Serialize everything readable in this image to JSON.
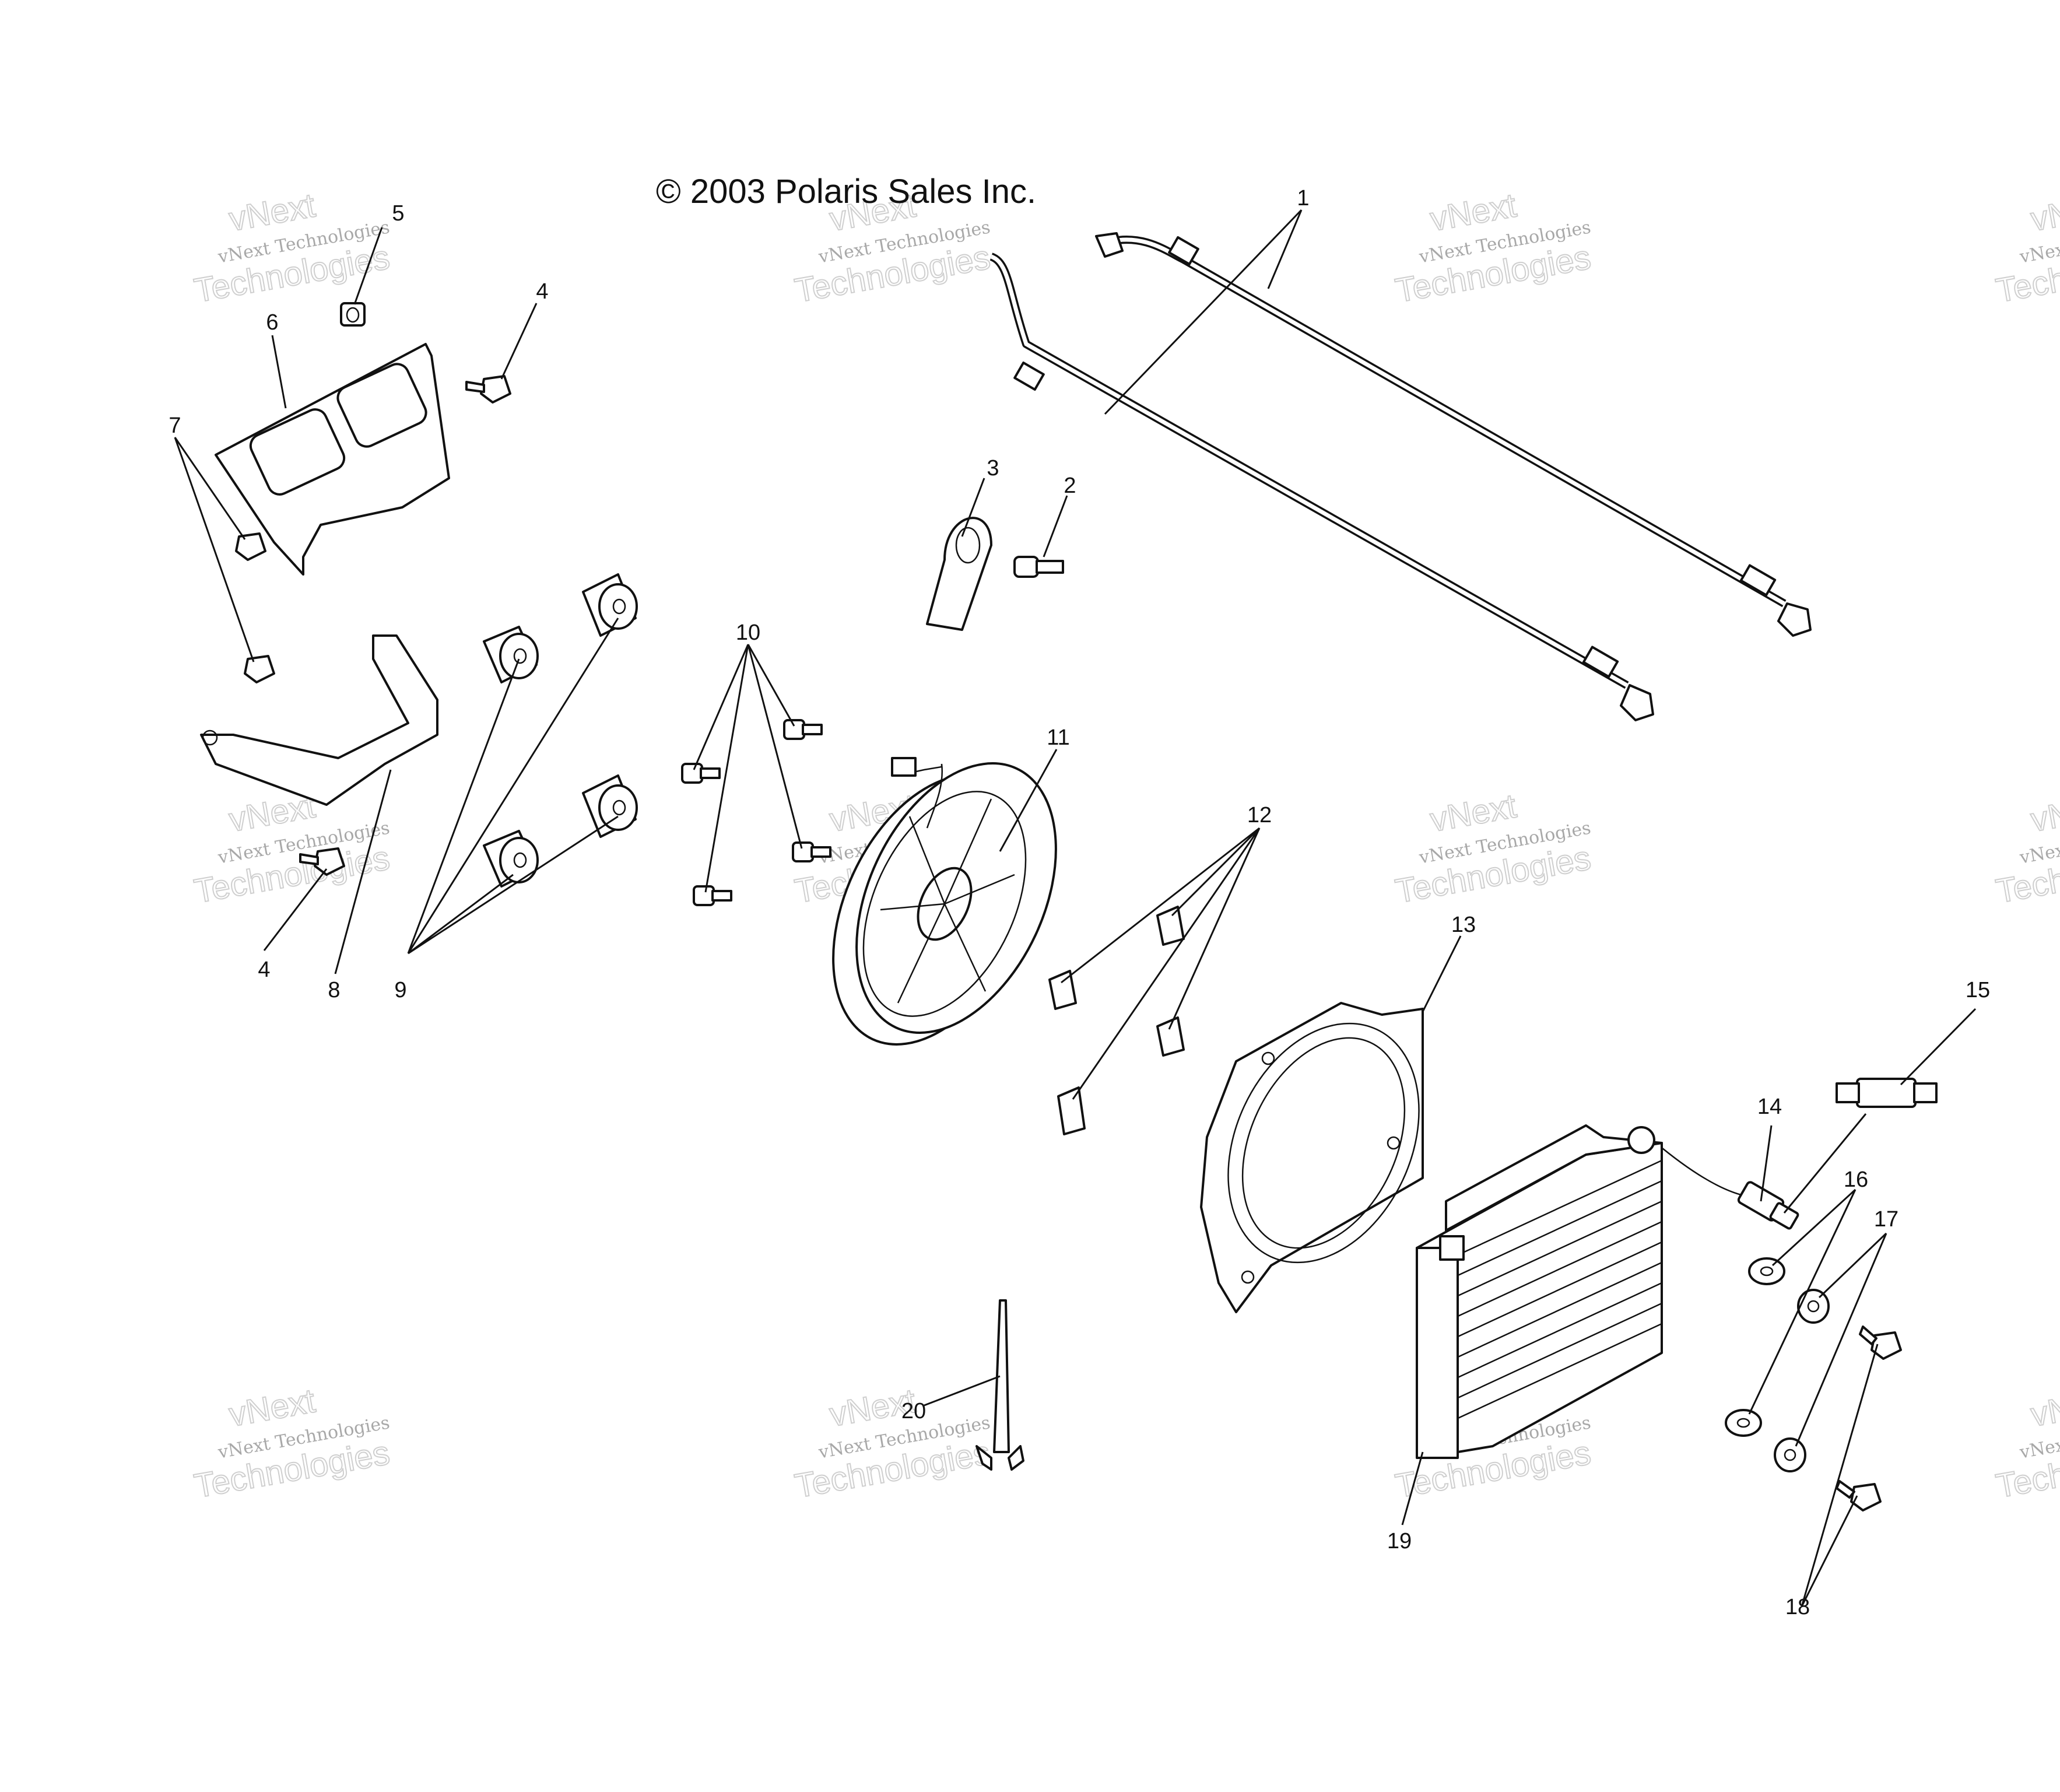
{
  "copyright": "© 2003 Polaris Sales Inc.",
  "watermark": {
    "line1": "vNext",
    "line2": "vNext Technologies",
    "line3": "Technologies"
  },
  "callouts": [
    "1",
    "2",
    "3",
    "4",
    "4",
    "5",
    "6",
    "7",
    "8",
    "9",
    "10",
    "11",
    "12",
    "13",
    "14",
    "15",
    "16",
    "17",
    "18",
    "19",
    "20"
  ],
  "parts": [
    {
      "id": "1",
      "name": "cooler-line-icon"
    },
    {
      "id": "2",
      "name": "screw-icon"
    },
    {
      "id": "3",
      "name": "clamp-icon"
    },
    {
      "id": "4",
      "name": "bolt-icon"
    },
    {
      "id": "5",
      "name": "nut-icon"
    },
    {
      "id": "6",
      "name": "upper-bracket-icon"
    },
    {
      "id": "7",
      "name": "nut-icon"
    },
    {
      "id": "8",
      "name": "lower-bracket-icon"
    },
    {
      "id": "9",
      "name": "grommet-icon"
    },
    {
      "id": "10",
      "name": "screw-icon"
    },
    {
      "id": "11",
      "name": "fan-icon"
    },
    {
      "id": "12",
      "name": "clip-icon"
    },
    {
      "id": "13",
      "name": "shroud-icon"
    },
    {
      "id": "14",
      "name": "connector-icon"
    },
    {
      "id": "15",
      "name": "harness-plug-icon"
    },
    {
      "id": "16",
      "name": "washer-icon"
    },
    {
      "id": "17",
      "name": "washer-icon"
    },
    {
      "id": "18",
      "name": "bolt-icon"
    },
    {
      "id": "19",
      "name": "oil-cooler-icon"
    },
    {
      "id": "20",
      "name": "cable-tie-icon"
    }
  ]
}
